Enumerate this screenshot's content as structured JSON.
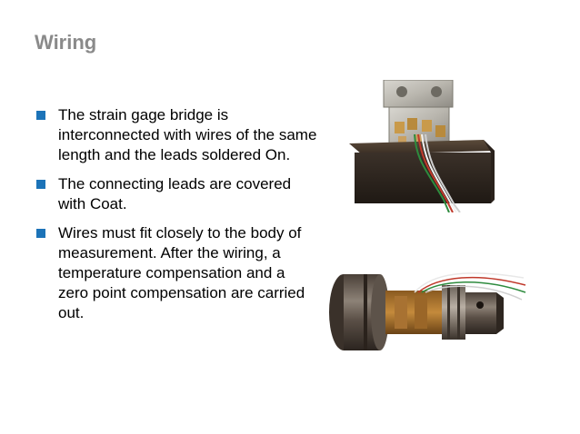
{
  "slide": {
    "title": "Wiring",
    "accent_color": "#1c73b8",
    "title_color": "#8a8a8a",
    "bullets": [
      {
        "text": "The strain gage bridge is interconnected with wires of the same length and the leads soldered On."
      },
      {
        "text": "The connecting leads are covered with Coat."
      },
      {
        "text": "Wires must fit closely to the body of measurement. After the wiring, a temperature compensation and a zero point compensation are carried out."
      }
    ]
  }
}
